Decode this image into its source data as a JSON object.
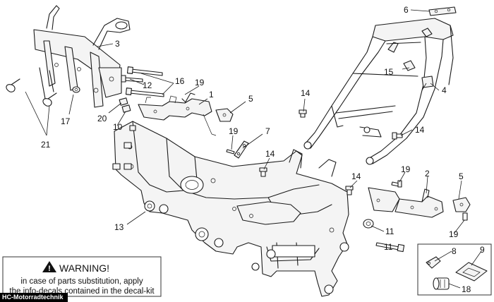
{
  "callouts": {
    "c1": "1",
    "c2": "2",
    "c3": "3",
    "c4": "4",
    "c5a": "5",
    "c5b": "5",
    "c6": "6",
    "c7": "7",
    "c8": "8",
    "c9": "9",
    "c10": "10",
    "c11a": "11",
    "c11b": "11",
    "c12": "12",
    "c13": "13",
    "c14a": "14",
    "c14b": "14",
    "c14c": "14",
    "c14d": "14",
    "c15": "15",
    "c16": "16",
    "c17": "17",
    "c18": "18",
    "c19a": "19",
    "c19b": "19",
    "c19c": "19",
    "c19d": "19",
    "c20": "20",
    "c21": "21"
  },
  "warning": {
    "title": "WARNING!",
    "line1": "in case of parts substitution, apply",
    "line2": "the info-decals contained in the decal-kit"
  },
  "watermark": "HC-Motorradtechnik"
}
